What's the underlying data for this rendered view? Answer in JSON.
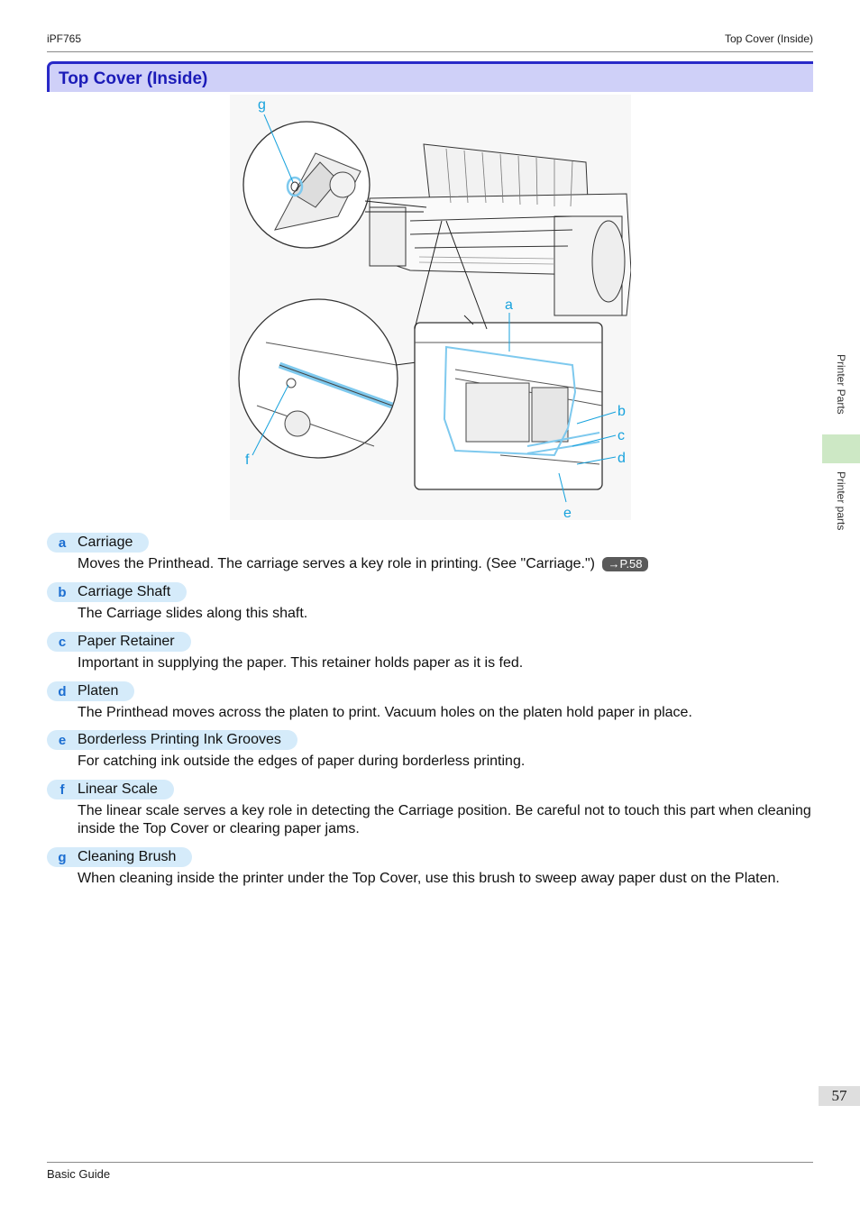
{
  "header": {
    "left": "iPF765",
    "right": "Top Cover (Inside)"
  },
  "section_title": "Top Cover (Inside)",
  "figure": {
    "callouts": {
      "a": "a",
      "b": "b",
      "c": "c",
      "d": "d",
      "e": "e",
      "f": "f",
      "g": "g"
    },
    "highlight_color": "#7ec9ee"
  },
  "items": [
    {
      "letter": "a",
      "name": "Carriage",
      "desc": "Moves the Printhead. The carriage serves a key role in printing.  (See \"Carriage.\")",
      "ref": "→P.58"
    },
    {
      "letter": "b",
      "name": "Carriage Shaft",
      "desc": "The Carriage slides along this shaft."
    },
    {
      "letter": "c",
      "name": "Paper Retainer",
      "desc": "Important in supplying the paper. This retainer holds paper as it is fed."
    },
    {
      "letter": "d",
      "name": "Platen",
      "desc": "The Printhead moves across the platen to print. Vacuum holes on the platen hold paper in place."
    },
    {
      "letter": "e",
      "name": "Borderless Printing Ink Grooves",
      "desc": "For catching ink outside the edges of paper during borderless printing."
    },
    {
      "letter": "f",
      "name": "Linear Scale",
      "desc": "The linear scale serves a key role in detecting the Carriage position. Be careful not to touch this part when cleaning inside the Top Cover or clearing paper jams."
    },
    {
      "letter": "g",
      "name": "Cleaning Brush",
      "desc": "When cleaning inside the printer under the Top Cover, use this brush to sweep away paper dust on the Platen."
    }
  ],
  "sidebar": {
    "tab_upper": "Printer Parts",
    "tab_lower": "Printer parts"
  },
  "page_number": "57",
  "footer": {
    "left": "Basic Guide"
  }
}
